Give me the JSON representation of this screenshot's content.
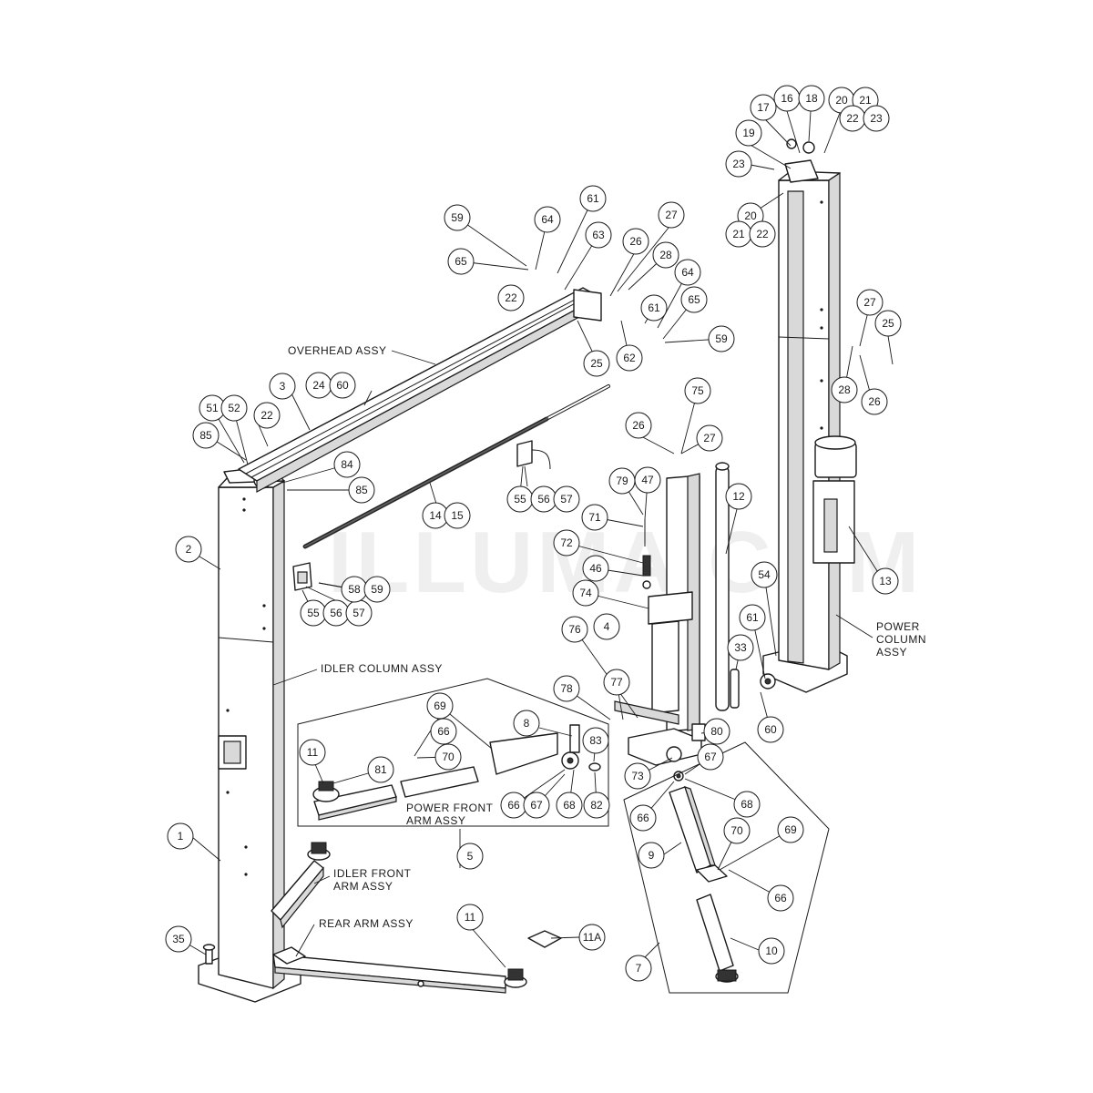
{
  "watermark": "ILLUMA.COM",
  "assembly_labels": {
    "overhead": "OVERHEAD ASSY",
    "idler_column_1": "IDLER COLUMN ASSY",
    "power_column_1": "POWER",
    "power_column_2": "COLUMN",
    "power_column_3": "ASSY",
    "power_front_arm_1": "POWER FRONT",
    "power_front_arm_2": "ARM ASSY",
    "idler_front_arm_1": "IDLER FRONT",
    "idler_front_arm_2": "ARM ASSY",
    "rear_arm": "REAR ARM ASSY"
  },
  "callouts": {
    "c1": "1",
    "c2": "2",
    "c3": "3",
    "c4": "4",
    "c5": "5",
    "c7": "7",
    "c8": "8",
    "c9": "9",
    "c10": "10",
    "c11a": "11",
    "c11b": "11",
    "c11A": "11A",
    "c12": "12",
    "c13": "13",
    "c14": "14",
    "c15": "15",
    "c16": "16",
    "c17": "17",
    "c18": "18",
    "c19": "19",
    "c20a": "20",
    "c21a": "21",
    "c22a": "22",
    "c23a": "23",
    "c23b": "23",
    "c20b": "20",
    "c21b": "21",
    "c22b": "22",
    "c22c": "22",
    "c22d": "22",
    "c24": "24",
    "c60a": "60",
    "c25a": "25",
    "c25b": "25",
    "c26a": "26",
    "c26b": "26",
    "c26c": "26",
    "c27a": "27",
    "c27b": "27",
    "c27c": "27",
    "c28a": "28",
    "c28b": "28",
    "c33": "33",
    "c35": "35",
    "c46": "46",
    "c47": "47",
    "c51": "51",
    "c52": "52",
    "c54": "54",
    "c55a": "55",
    "c56a": "56",
    "c57a": "57",
    "c55b": "55",
    "c56b": "56",
    "c57b": "57",
    "c58": "58",
    "c59a": "59",
    "c59b": "59",
    "c59c": "59",
    "c60b": "60",
    "c61a": "61",
    "c61b": "61",
    "c61c": "61",
    "c62": "62",
    "c63": "63",
    "c64a": "64",
    "c64b": "64",
    "c65a": "65",
    "c65b": "65",
    "c66a": "66",
    "c66b": "66",
    "c66c": "66",
    "c66d": "66",
    "c67a": "67",
    "c67b": "67",
    "c68a": "68",
    "c68b": "68",
    "c69a": "69",
    "c69b": "69",
    "c70a": "70",
    "c70b": "70",
    "c71": "71",
    "c72": "72",
    "c73": "73",
    "c74": "74",
    "c75": "75",
    "c76": "76",
    "c77": "77",
    "c78": "78",
    "c79": "79",
    "c80": "80",
    "c81": "81",
    "c82": "82",
    "c83": "83",
    "c84": "84",
    "c85a": "85",
    "c85b": "85"
  }
}
